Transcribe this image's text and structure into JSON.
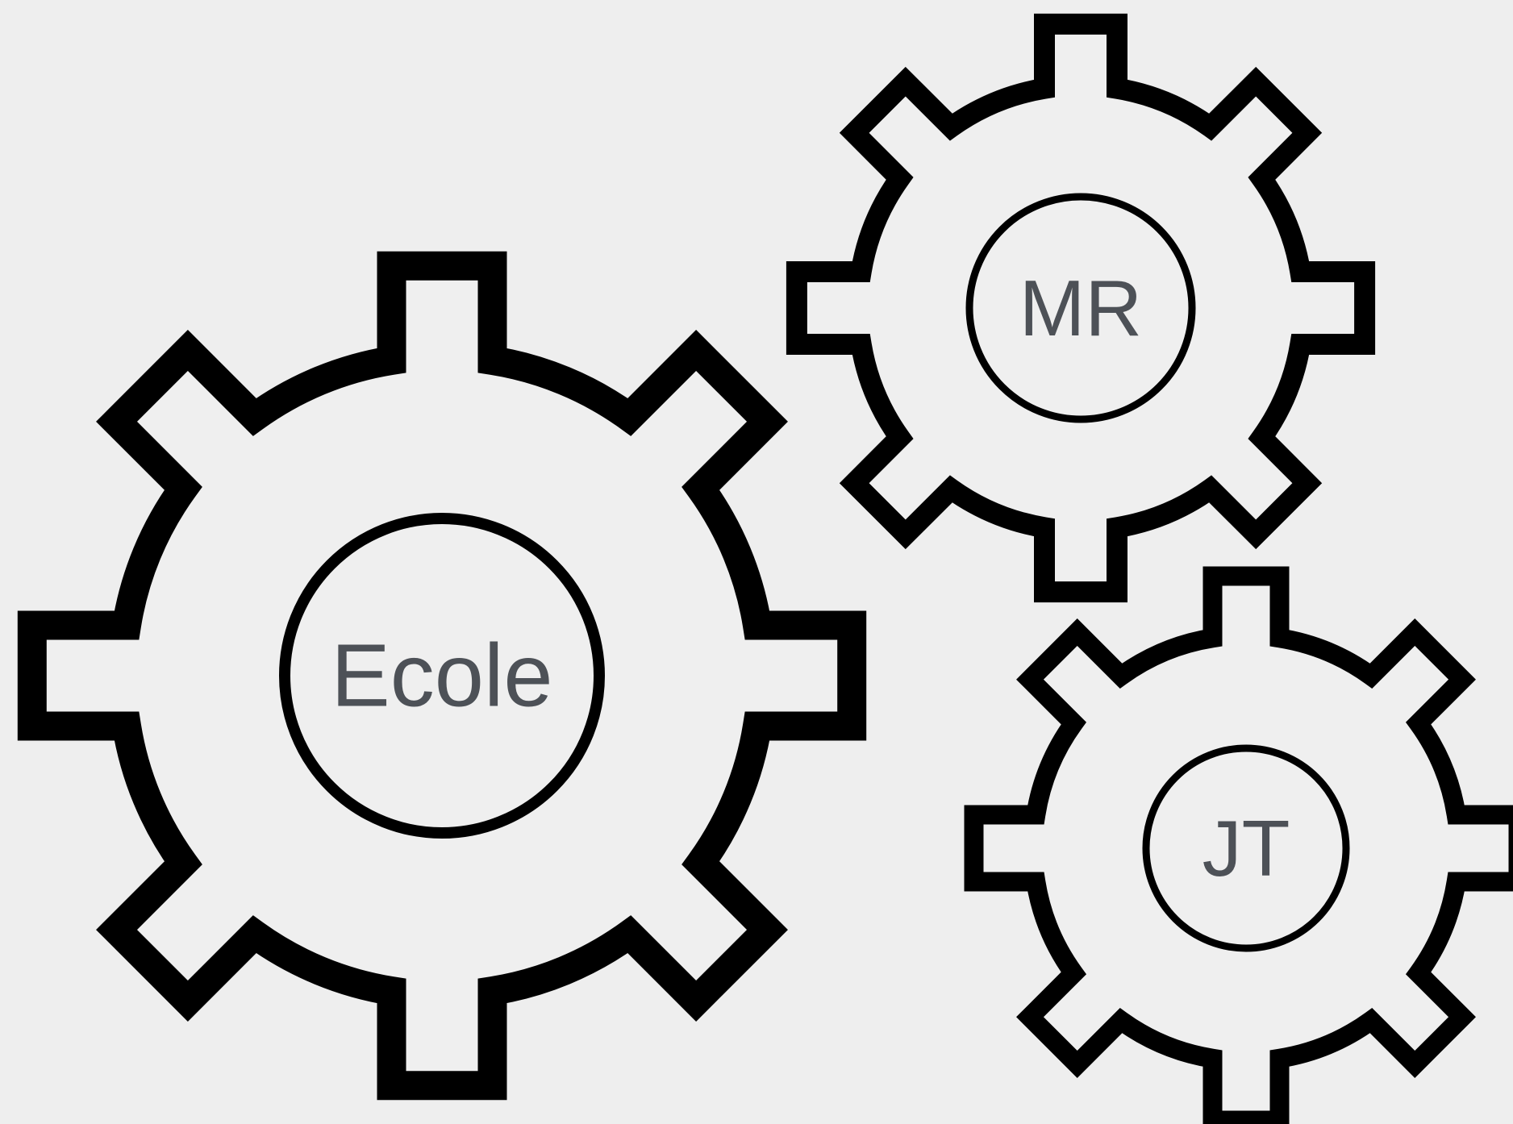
{
  "background_color": "#eeeeee",
  "gears": [
    {
      "label": "Ecole",
      "stroke_color": "#000000",
      "text_color": "#4d5157"
    },
    {
      "label": "MR",
      "stroke_color": "#000000",
      "text_color": "#4d5157"
    },
    {
      "label": "JT",
      "stroke_color": "#000000",
      "text_color": "#4d5157"
    }
  ]
}
